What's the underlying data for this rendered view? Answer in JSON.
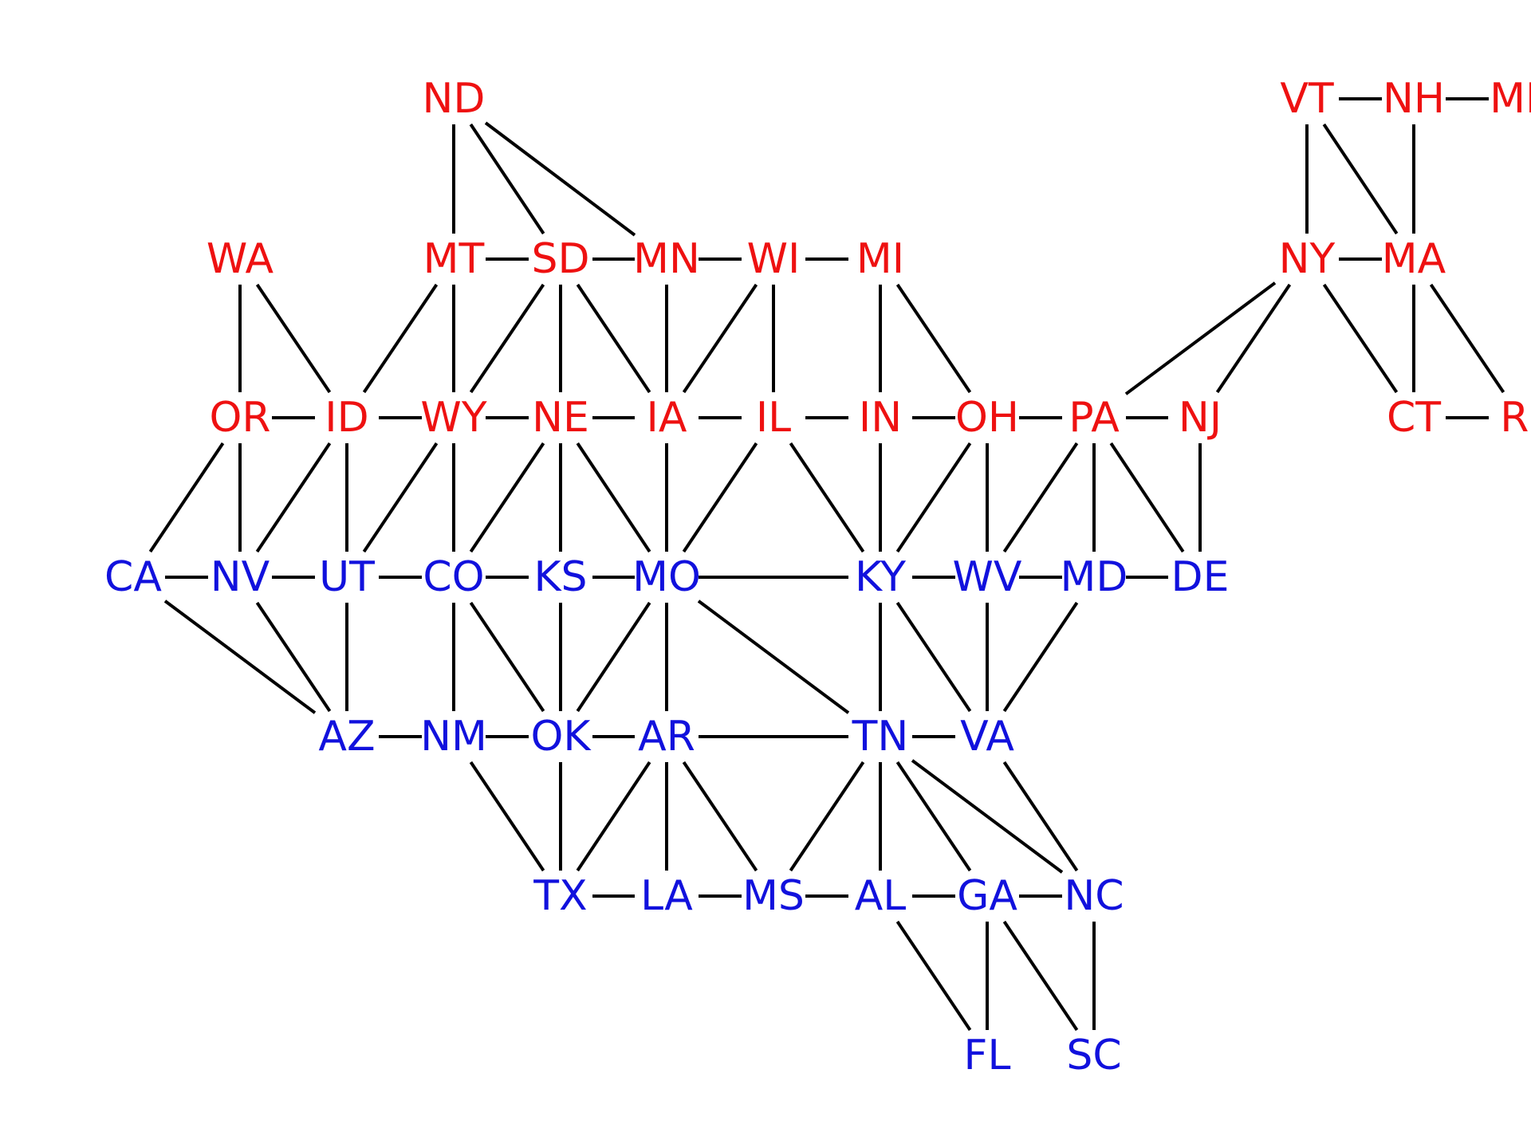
{
  "colors": {
    "background": "#ffffff",
    "edge": "#000000",
    "red_group": "#ee1111",
    "blue_group": "#1111dd"
  },
  "nodes": [
    {
      "id": "ND",
      "label": "ND",
      "group": "red"
    },
    {
      "id": "VT",
      "label": "VT",
      "group": "red"
    },
    {
      "id": "NH",
      "label": "NH",
      "group": "red"
    },
    {
      "id": "ME",
      "label": "ME",
      "group": "red"
    },
    {
      "id": "WA",
      "label": "WA",
      "group": "red"
    },
    {
      "id": "MT",
      "label": "MT",
      "group": "red"
    },
    {
      "id": "SD",
      "label": "SD",
      "group": "red"
    },
    {
      "id": "MN",
      "label": "MN",
      "group": "red"
    },
    {
      "id": "WI",
      "label": "WI",
      "group": "red"
    },
    {
      "id": "MI",
      "label": "MI",
      "group": "red"
    },
    {
      "id": "NY",
      "label": "NY",
      "group": "red"
    },
    {
      "id": "MA",
      "label": "MA",
      "group": "red"
    },
    {
      "id": "OR",
      "label": "OR",
      "group": "red"
    },
    {
      "id": "ID",
      "label": "ID",
      "group": "red"
    },
    {
      "id": "WY",
      "label": "WY",
      "group": "red"
    },
    {
      "id": "NE",
      "label": "NE",
      "group": "red"
    },
    {
      "id": "IA",
      "label": "IA",
      "group": "red"
    },
    {
      "id": "IL",
      "label": "IL",
      "group": "red"
    },
    {
      "id": "IN",
      "label": "IN",
      "group": "red"
    },
    {
      "id": "OH",
      "label": "OH",
      "group": "red"
    },
    {
      "id": "PA",
      "label": "PA",
      "group": "red"
    },
    {
      "id": "NJ",
      "label": "NJ",
      "group": "red"
    },
    {
      "id": "CT",
      "label": "CT",
      "group": "red"
    },
    {
      "id": "RI",
      "label": "RI",
      "group": "red"
    },
    {
      "id": "CA",
      "label": "CA",
      "group": "blue"
    },
    {
      "id": "NV",
      "label": "NV",
      "group": "blue"
    },
    {
      "id": "UT",
      "label": "UT",
      "group": "blue"
    },
    {
      "id": "CO",
      "label": "CO",
      "group": "blue"
    },
    {
      "id": "KS",
      "label": "KS",
      "group": "blue"
    },
    {
      "id": "MO",
      "label": "MO",
      "group": "blue"
    },
    {
      "id": "KY",
      "label": "KY",
      "group": "blue"
    },
    {
      "id": "WV",
      "label": "WV",
      "group": "blue"
    },
    {
      "id": "MD",
      "label": "MD",
      "group": "blue"
    },
    {
      "id": "DE",
      "label": "DE",
      "group": "blue"
    },
    {
      "id": "AZ",
      "label": "AZ",
      "group": "blue"
    },
    {
      "id": "NM",
      "label": "NM",
      "group": "blue"
    },
    {
      "id": "OK",
      "label": "OK",
      "group": "blue"
    },
    {
      "id": "AR",
      "label": "AR",
      "group": "blue"
    },
    {
      "id": "TN",
      "label": "TN",
      "group": "blue"
    },
    {
      "id": "VA",
      "label": "VA",
      "group": "blue"
    },
    {
      "id": "TX",
      "label": "TX",
      "group": "blue"
    },
    {
      "id": "LA",
      "label": "LA",
      "group": "blue"
    },
    {
      "id": "MS",
      "label": "MS",
      "group": "blue"
    },
    {
      "id": "AL",
      "label": "AL",
      "group": "blue"
    },
    {
      "id": "GA",
      "label": "GA",
      "group": "blue"
    },
    {
      "id": "NC",
      "label": "NC",
      "group": "blue"
    },
    {
      "id": "FL",
      "label": "FL",
      "group": "blue"
    },
    {
      "id": "SC",
      "label": "SC",
      "group": "blue"
    }
  ],
  "edges": [
    [
      "ND",
      "MT"
    ],
    [
      "ND",
      "SD"
    ],
    [
      "ND",
      "MN"
    ],
    [
      "VT",
      "NH"
    ],
    [
      "NH",
      "ME"
    ],
    [
      "VT",
      "NY"
    ],
    [
      "VT",
      "MA"
    ],
    [
      "NH",
      "MA"
    ],
    [
      "MT",
      "SD"
    ],
    [
      "SD",
      "MN"
    ],
    [
      "MN",
      "WI"
    ],
    [
      "WI",
      "MI"
    ],
    [
      "NY",
      "MA"
    ],
    [
      "WA",
      "OR"
    ],
    [
      "WA",
      "ID"
    ],
    [
      "MT",
      "ID"
    ],
    [
      "MT",
      "WY"
    ],
    [
      "SD",
      "WY"
    ],
    [
      "SD",
      "NE"
    ],
    [
      "SD",
      "IA"
    ],
    [
      "MN",
      "IA"
    ],
    [
      "WI",
      "IA"
    ],
    [
      "WI",
      "IL"
    ],
    [
      "MI",
      "IN"
    ],
    [
      "MI",
      "OH"
    ],
    [
      "NY",
      "PA"
    ],
    [
      "NY",
      "NJ"
    ],
    [
      "NY",
      "CT"
    ],
    [
      "MA",
      "CT"
    ],
    [
      "MA",
      "RI"
    ],
    [
      "OR",
      "ID"
    ],
    [
      "ID",
      "WY"
    ],
    [
      "WY",
      "NE"
    ],
    [
      "NE",
      "IA"
    ],
    [
      "IA",
      "IL"
    ],
    [
      "IL",
      "IN"
    ],
    [
      "IN",
      "OH"
    ],
    [
      "OH",
      "PA"
    ],
    [
      "PA",
      "NJ"
    ],
    [
      "CT",
      "RI"
    ],
    [
      "OR",
      "CA"
    ],
    [
      "OR",
      "NV"
    ],
    [
      "ID",
      "NV"
    ],
    [
      "ID",
      "UT"
    ],
    [
      "WY",
      "UT"
    ],
    [
      "WY",
      "CO"
    ],
    [
      "NE",
      "CO"
    ],
    [
      "NE",
      "KS"
    ],
    [
      "NE",
      "MO"
    ],
    [
      "IA",
      "MO"
    ],
    [
      "IL",
      "MO"
    ],
    [
      "IL",
      "KY"
    ],
    [
      "IN",
      "KY"
    ],
    [
      "OH",
      "KY"
    ],
    [
      "OH",
      "WV"
    ],
    [
      "PA",
      "WV"
    ],
    [
      "PA",
      "MD"
    ],
    [
      "PA",
      "DE"
    ],
    [
      "NJ",
      "DE"
    ],
    [
      "CA",
      "NV"
    ],
    [
      "NV",
      "UT"
    ],
    [
      "UT",
      "CO"
    ],
    [
      "CO",
      "KS"
    ],
    [
      "KS",
      "MO"
    ],
    [
      "MO",
      "KY"
    ],
    [
      "KY",
      "WV"
    ],
    [
      "WV",
      "MD"
    ],
    [
      "MD",
      "DE"
    ],
    [
      "CA",
      "AZ"
    ],
    [
      "NV",
      "AZ"
    ],
    [
      "UT",
      "AZ"
    ],
    [
      "CO",
      "NM"
    ],
    [
      "CO",
      "OK"
    ],
    [
      "KS",
      "OK"
    ],
    [
      "MO",
      "OK"
    ],
    [
      "MO",
      "AR"
    ],
    [
      "MO",
      "TN"
    ],
    [
      "KY",
      "TN"
    ],
    [
      "KY",
      "VA"
    ],
    [
      "WV",
      "VA"
    ],
    [
      "MD",
      "VA"
    ],
    [
      "AZ",
      "NM"
    ],
    [
      "NM",
      "OK"
    ],
    [
      "OK",
      "AR"
    ],
    [
      "AR",
      "TN"
    ],
    [
      "TN",
      "VA"
    ],
    [
      "NM",
      "TX"
    ],
    [
      "OK",
      "TX"
    ],
    [
      "AR",
      "TX"
    ],
    [
      "AR",
      "LA"
    ],
    [
      "AR",
      "MS"
    ],
    [
      "TN",
      "MS"
    ],
    [
      "TN",
      "AL"
    ],
    [
      "TN",
      "GA"
    ],
    [
      "TN",
      "NC"
    ],
    [
      "VA",
      "NC"
    ],
    [
      "TX",
      "LA"
    ],
    [
      "LA",
      "MS"
    ],
    [
      "MS",
      "AL"
    ],
    [
      "AL",
      "GA"
    ],
    [
      "GA",
      "NC"
    ],
    [
      "AL",
      "FL"
    ],
    [
      "GA",
      "FL"
    ],
    [
      "GA",
      "SC"
    ],
    [
      "NC",
      "SC"
    ]
  ]
}
